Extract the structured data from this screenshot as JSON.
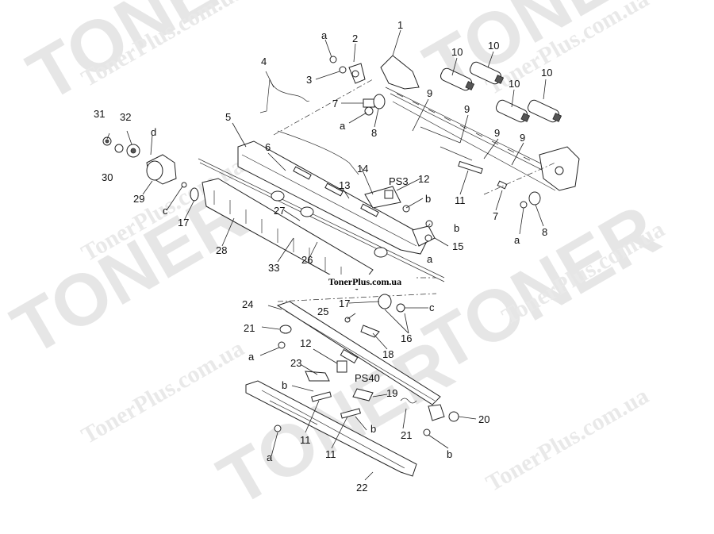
{
  "watermark": {
    "brand": "TONER",
    "site": "TonerPlus.com.ua"
  },
  "site_label": "TonerPlus.com.ua",
  "callouts": {
    "c1": "1",
    "c2": "2",
    "c3": "3",
    "c4": "4",
    "c5": "5",
    "c6": "6",
    "c7a": "7",
    "c7b": "7",
    "c8a": "8",
    "c8b": "8",
    "c9a": "9",
    "c9b": "9",
    "c9c": "9",
    "c9d": "9",
    "c10a": "10",
    "c10b": "10",
    "c10c": "10",
    "c10d": "10",
    "c11a": "11",
    "c11b": "11",
    "c11c": "11",
    "c12a": "12",
    "c12b": "12",
    "c13": "13",
    "c14": "14",
    "c15": "15",
    "c16": "16",
    "c17a": "17",
    "c17b": "17",
    "c18": "18",
    "c19": "19",
    "c20": "20",
    "c21a": "21",
    "c21b": "21",
    "c22": "22",
    "c23": "23",
    "c24": "24",
    "c25": "25",
    "c26": "26",
    "c27": "27",
    "c28": "28",
    "c29": "29",
    "c30": "30",
    "c31": "31",
    "c32": "32",
    "c33": "33",
    "ps3": "PS3",
    "ps40": "PS40",
    "a1": "a",
    "a2": "a",
    "a3": "a",
    "a4": "a",
    "a5": "a",
    "a6": "a",
    "b1": "b",
    "b2": "b",
    "b3": "b",
    "b4": "b",
    "b5": "b",
    "cc1": "c",
    "cc2": "c",
    "d1": "d"
  }
}
